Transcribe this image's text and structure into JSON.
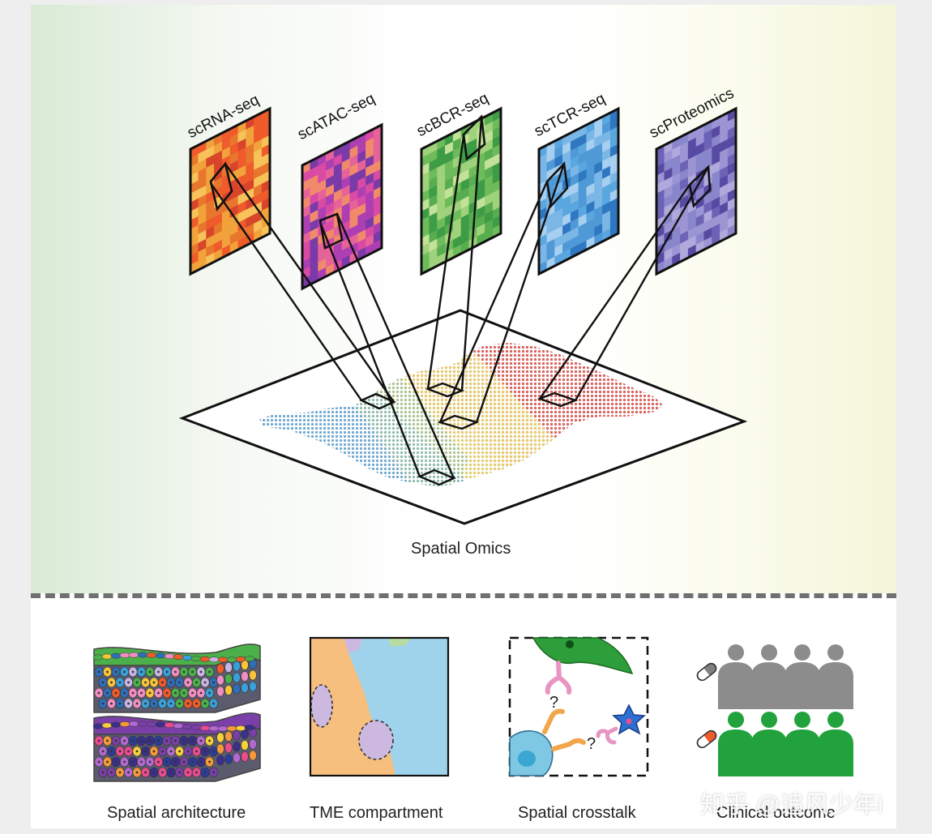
{
  "modalities": [
    {
      "label": "scRNA-seq",
      "colors": [
        "#f2a23a",
        "#e8762d",
        "#ef5b2b",
        "#f7c25a",
        "#d8452a"
      ]
    },
    {
      "label": "scATAC-seq",
      "colors": [
        "#d94aa5",
        "#ad3fb3",
        "#f08a6a",
        "#7a3aa8",
        "#e6639a"
      ]
    },
    {
      "label": "scBCR-seq",
      "colors": [
        "#6dbb5a",
        "#3e9b46",
        "#9fd27a",
        "#57ad4f",
        "#c3e199"
      ]
    },
    {
      "label": "scTCR-seq",
      "colors": [
        "#4f9ad6",
        "#7bb7e6",
        "#2f77c0",
        "#a6cff0",
        "#5aa7df"
      ]
    },
    {
      "label": "scProteomics",
      "colors": [
        "#8a86cc",
        "#6c62b6",
        "#b0a9dc",
        "#9b95d4",
        "#574aa3"
      ]
    }
  ],
  "spatial_label": "Spatial Omics",
  "applications": [
    {
      "label": "Spatial architecture"
    },
    {
      "label": "TME compartment"
    },
    {
      "label": "Spatial crosstalk"
    },
    {
      "label": "Clinical outcome"
    }
  ],
  "crosstalk_marks": [
    "?",
    "?"
  ],
  "watermark": "知乎 @追风少年i",
  "colors": {
    "tissue_blue": "#6fa8d0",
    "tissue_yellow": "#e9cf6a",
    "tissue_red": "#e0625a",
    "tme_orange": "#f7bf7d",
    "tme_blue": "#9fd3ec",
    "tme_lavender": "#cdb9e0",
    "people_grey": "#8c8c8c",
    "people_green": "#22a23c"
  }
}
